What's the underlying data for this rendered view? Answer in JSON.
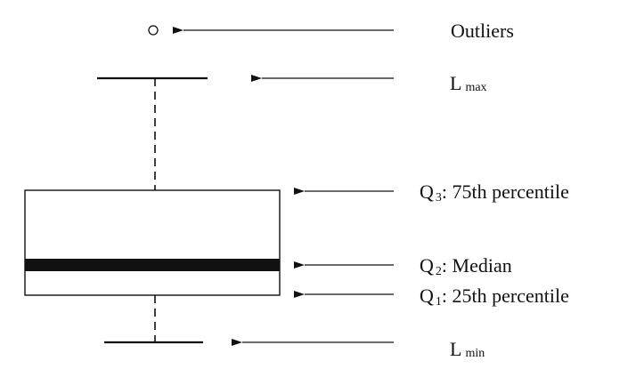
{
  "labels": {
    "outliers": "Outliers",
    "lmax": {
      "base": "L",
      "sub": "max"
    },
    "q3": {
      "base": "Q",
      "sub": "3",
      "text": ": 75th percentile"
    },
    "q2": {
      "base": "Q",
      "sub": "2",
      "text": ": Median"
    },
    "q1": {
      "base": "Q",
      "sub": "1",
      "text": ": 25th percentile"
    },
    "lmin": {
      "base": "L",
      "sub": "min"
    }
  },
  "colors": {
    "ink": "#111111",
    "background": "#ffffff"
  }
}
